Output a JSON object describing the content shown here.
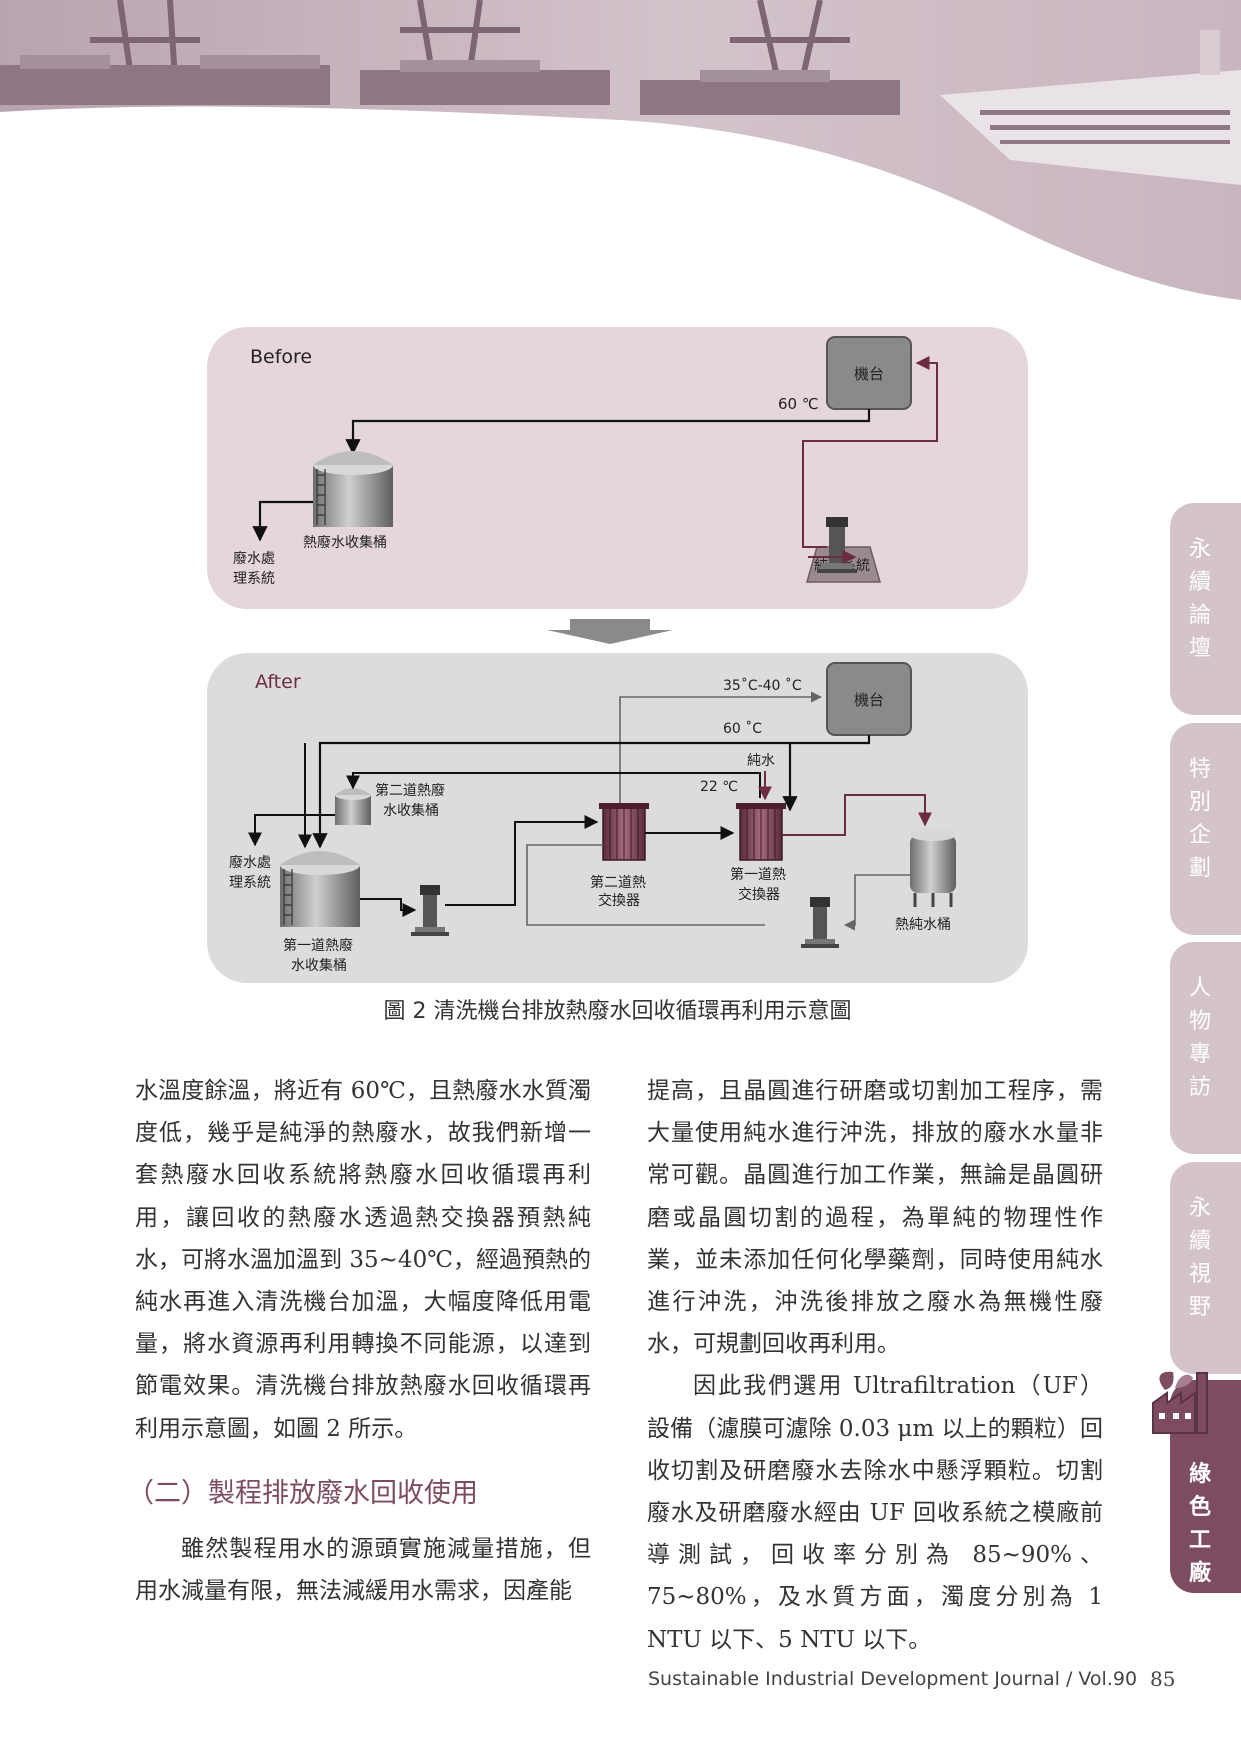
{
  "side_tabs": [
    {
      "label": "永續論壇",
      "active": false
    },
    {
      "label": "特別企劃",
      "active": false
    },
    {
      "label": "人物專訪",
      "active": false
    },
    {
      "label": "永續視野",
      "active": false
    },
    {
      "label": "綠色工廠",
      "active": true
    }
  ],
  "figure": {
    "before": {
      "heading": "Before",
      "machine": "機台",
      "temp": "60 ℃",
      "tank": "熱廢水收集桶",
      "waste_line1": "廢水處",
      "waste_line2": "理系統",
      "pure_water_system": "純水系統"
    },
    "after": {
      "heading": "After",
      "machine": "機台",
      "temp_warm": "35˚C-40 ˚C",
      "temp_hot": "60 ˚C",
      "pure_water": "純水",
      "temp_pure": "22 ℃",
      "tank2_line1": "第二道熱廢",
      "tank2_line2": "水收集桶",
      "waste_line1": "廢水處",
      "waste_line2": "理系統",
      "hx2_line1": "第二道熱",
      "hx2_line2": "交換器",
      "hx1_line1": "第一道熱",
      "hx1_line2": "交換器",
      "tank1_line1": "第一道熱廢",
      "tank1_line2": "水收集桶",
      "hot_pure_tank": "熱純水桶"
    },
    "caption": "圖 2  清洗機台排放熱廢水回收循環再利用示意圖"
  },
  "body": {
    "left_para1": "水溫度餘溫，將近有 60℃，且熱廢水水質濁度低，幾乎是純淨的熱廢水，故我們新增一套熱廢水回收系統將熱廢水回收循環再利用，讓回收的熱廢水透過熱交換器預熱純水，可將水溫加溫到 35~40℃，經過預熱的純水再進入清洗機台加溫，大幅度降低用電量，將水資源再利用轉換不同能源，以達到節電效果。清洗機台排放熱廢水回收循環再利用示意圖，如圖 2 所示。",
    "section_heading": "（二）製程排放廢水回收使用",
    "left_para2": "雖然製程用水的源頭實施減量措施，但用水減量有限，無法減緩用水需求，因產能",
    "right_para1": "提高，且晶圓進行研磨或切割加工程序，需大量使用純水進行沖洗，排放的廢水水量非常可觀。晶圓進行加工作業，無論是晶圓研磨或晶圓切割的過程，為單純的物理性作業，並未添加任何化學藥劑，同時使用純水進行沖洗，沖洗後排放之廢水為無機性廢水，可規劃回收再利用。",
    "right_para2": "因此我們選用 Ultrafiltration（UF）設備（濾膜可濾除 0.03 μm 以上的顆粒）回收切割及研磨廢水去除水中懸浮顆粒。切割廢水及研磨廢水經由 UF 回收系統之模廠前導測試，回收率分別為 85~90%、75~80%，及水質方面，濁度分別為 1 NTU 以下、5 NTU 以下。"
  },
  "footer": {
    "journal": "Sustainable Industrial Development Journal / Vol.90",
    "page_number": "85"
  }
}
